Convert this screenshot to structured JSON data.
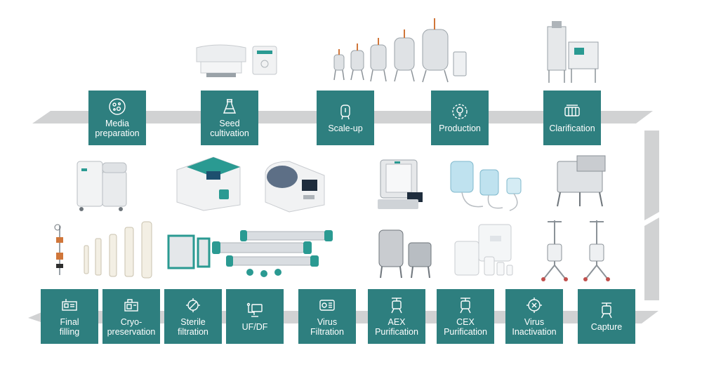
{
  "diagram": {
    "colors": {
      "box": "#2e7f7f",
      "box_text": "#ffffff",
      "band": "#d1d2d3",
      "teal_accent": "#2a9a92",
      "steel": "#aeb4b9"
    },
    "upstream_steps": [
      {
        "label": "Media\npreparation",
        "icon": "petri-dish-icon"
      },
      {
        "label": "Seed\ncultivation",
        "icon": "flask-icon"
      },
      {
        "label": "Scale-up",
        "icon": "vessel-icon"
      },
      {
        "label": "Production",
        "icon": "gear-bulb-icon"
      },
      {
        "label": "Clarification",
        "icon": "filter-press-icon"
      }
    ],
    "downstream_steps": [
      {
        "label": "Final\nfilling",
        "icon": "filling-machine-icon"
      },
      {
        "label": "Cryo-\npreservation",
        "icon": "freezer-icon"
      },
      {
        "label": "Sterile\nfiltration",
        "icon": "sterile-filter-icon"
      },
      {
        "label": "UF/DF",
        "icon": "uf-df-system-icon"
      },
      {
        "label": "Virus\nFiltration",
        "icon": "virus-filter-icon"
      },
      {
        "label": "AEX\nPurification",
        "icon": "column-icon"
      },
      {
        "label": "CEX\nPurification",
        "icon": "column-icon"
      },
      {
        "label": "Virus\nInactivation",
        "icon": "virus-x-icon"
      },
      {
        "label": "Capture",
        "icon": "column-icon"
      }
    ]
  }
}
